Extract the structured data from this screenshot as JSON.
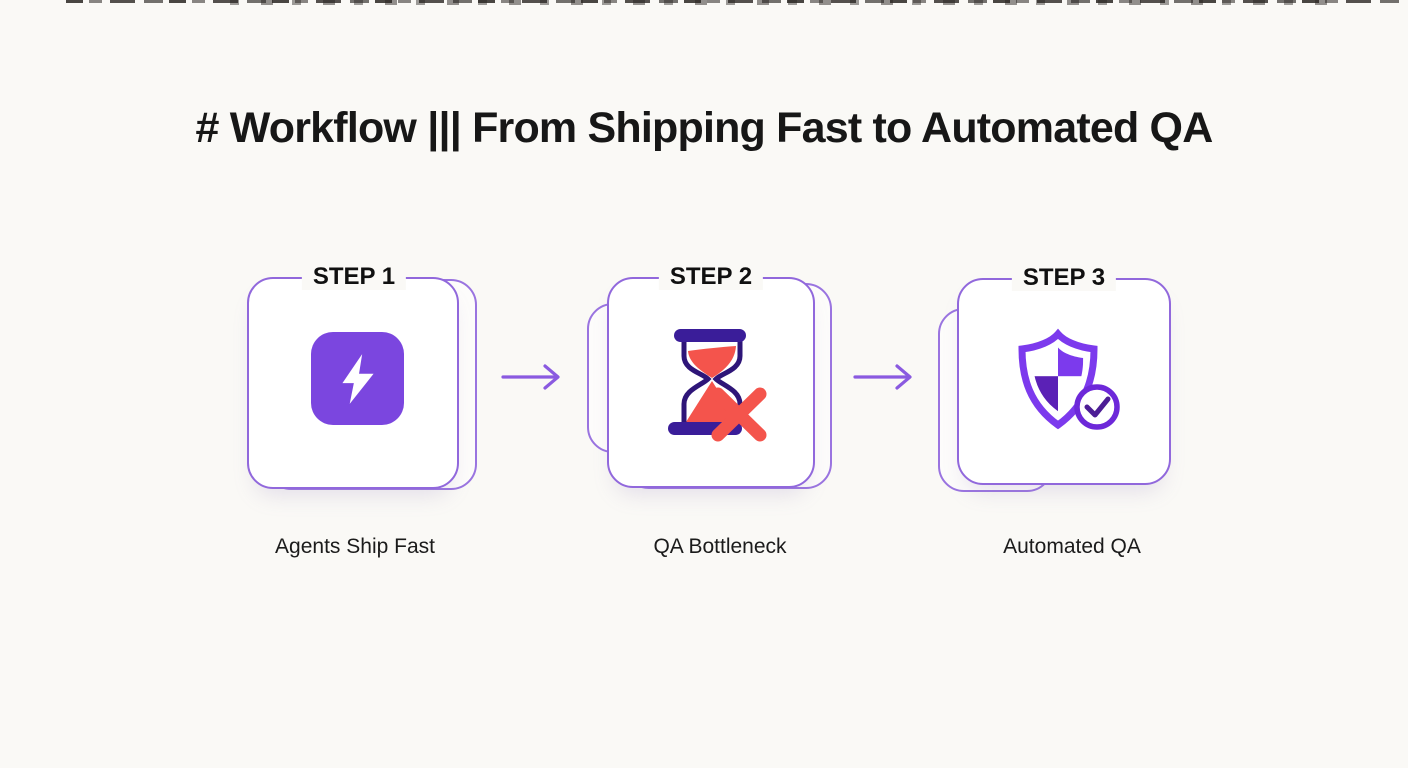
{
  "title": "# Workflow ||| From Shipping Fast to Automated QA",
  "steps": [
    {
      "step_label": "STEP 1",
      "caption": "Agents Ship Fast",
      "icon": "lightning-bolt-icon"
    },
    {
      "step_label": "STEP 2",
      "caption": "QA Bottleneck",
      "icon": "hourglass-failure-icon"
    },
    {
      "step_label": "STEP 3",
      "caption": "Automated QA",
      "icon": "shield-check-icon"
    }
  ],
  "connectors": [
    {
      "icon": "arrow-right-icon"
    },
    {
      "icon": "arrow-right-icon"
    }
  ],
  "colors": {
    "background": "#FAF9F6",
    "card_border": "#9168DC",
    "card_fill": "#FFFFFF",
    "accent_violet": "#7B46DF",
    "indigo_dark": "#3A1D99",
    "glass_outline": "#2E1578",
    "alert_red": "#F4544C",
    "shield_purple": "#7C3AED",
    "shield_dark": "#5B21B6",
    "check_purple": "#4C1D95",
    "arrow_purple": "#8A5AE0",
    "title_text": "#171717"
  }
}
